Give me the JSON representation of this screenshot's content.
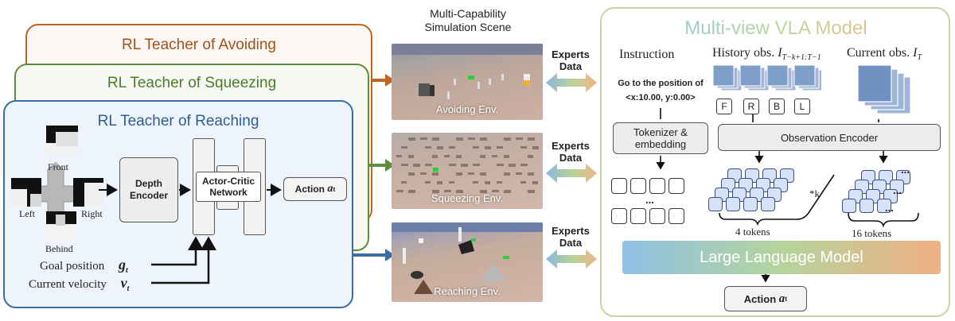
{
  "teachers": {
    "avoiding": "RL Teacher of Avoiding",
    "squeezing": "RL Teacher of Squeezing",
    "reaching": "RL Teacher of Reaching"
  },
  "views": {
    "front": "Front",
    "left": "Left",
    "right": "Right",
    "behind": "Behind"
  },
  "blocks": {
    "depth_encoder": "Depth Encoder",
    "actor_critic": "Actor-Critic Network",
    "action": "Action",
    "action_symbol": "a",
    "action_subscript": "t"
  },
  "inputs": {
    "goal_label": "Goal position",
    "goal_symbol": "g",
    "velocity_label": "Current velocity",
    "velocity_symbol": "v",
    "subscript": "t"
  },
  "scene": {
    "title_line1": "Multi-Capability",
    "title_line2": "Simulation Scene",
    "envs": [
      "Avoiding Env.",
      "Squeezing Env.",
      "Reaching Env."
    ],
    "experts_line1": "Experts",
    "experts_line2": "Data"
  },
  "vla": {
    "title": "Multi-view VLA Model",
    "instruction": "Instruction",
    "instruction_text_line1": "Go to the position of",
    "instruction_text_line2": "<x:10.00, y:0.00>",
    "history_label": "History obs.",
    "history_symbol": "I",
    "history_subscript": "T−k+1:T−1",
    "current_label": "Current obs.",
    "current_symbol": "I",
    "current_subscript": "T",
    "view_tags": [
      "F",
      "R",
      "B",
      "L"
    ],
    "tokenizer": "Tokenizer & embedding",
    "observation_encoder": "Observation Encoder",
    "ellipsis": "...",
    "times_k": "*k",
    "tokens_4": "4 tokens",
    "tokens_16": "16 tokens",
    "llm": "Large Language Model",
    "action": "Action",
    "action_symbol": "a",
    "action_subscript": "t"
  },
  "colors": {
    "avoiding": "#c0651f",
    "squeezing": "#5e8e3c",
    "reaching": "#3a6ea5",
    "vla_border": "#c9d6a0"
  }
}
